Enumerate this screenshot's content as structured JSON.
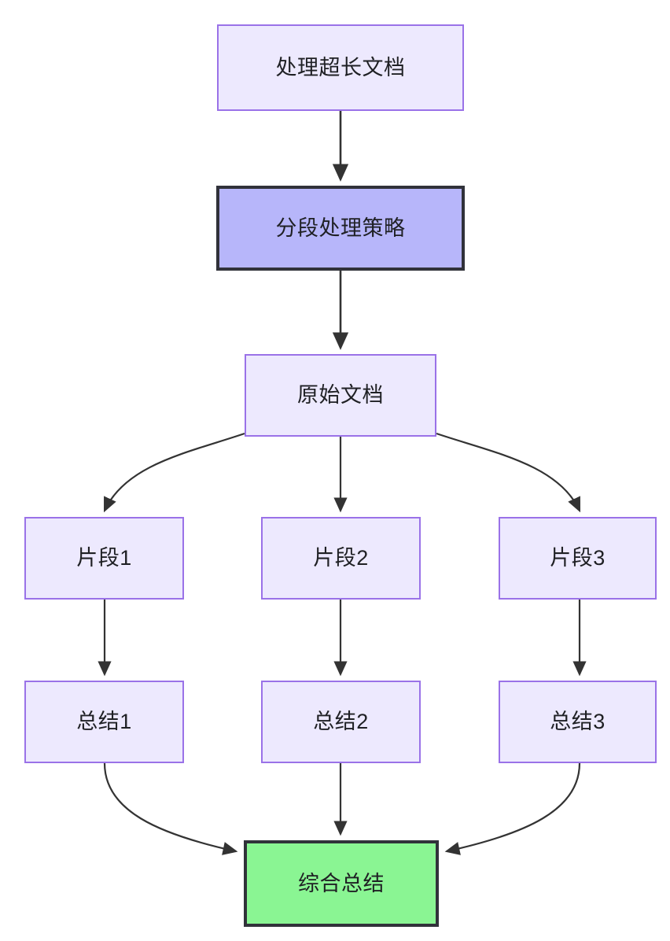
{
  "diagram": {
    "type": "flowchart",
    "direction": "top-down",
    "title": "",
    "background_color": "#ffffff",
    "styles": {
      "default_fill": "#ede9fe",
      "default_stroke": "#9a72e8",
      "highlight_fill": "#b7b6fa",
      "highlight_stroke": "#31323a",
      "terminal_fill": "#8af593",
      "terminal_stroke": "#31323a",
      "edge_color": "#333333",
      "text_color": "#1f2024"
    },
    "nodes": [
      {
        "id": "doc-input",
        "label": "处理超长文档",
        "style": "default"
      },
      {
        "id": "strategy",
        "label": "分段处理策略",
        "style": "highlight"
      },
      {
        "id": "original-doc",
        "label": "原始文档",
        "style": "default"
      },
      {
        "id": "chunk-1",
        "label": "片段1",
        "style": "default"
      },
      {
        "id": "chunk-2",
        "label": "片段2",
        "style": "default"
      },
      {
        "id": "chunk-3",
        "label": "片段3",
        "style": "default"
      },
      {
        "id": "summary-1",
        "label": "总结1",
        "style": "default"
      },
      {
        "id": "summary-2",
        "label": "总结2",
        "style": "default"
      },
      {
        "id": "summary-3",
        "label": "总结3",
        "style": "default"
      },
      {
        "id": "final-summary",
        "label": "综合总结",
        "style": "terminal"
      }
    ],
    "edges": [
      {
        "from": "doc-input",
        "to": "strategy",
        "label": "",
        "shape": "straight"
      },
      {
        "from": "strategy",
        "to": "original-doc",
        "label": "",
        "shape": "straight"
      },
      {
        "from": "original-doc",
        "to": "chunk-1",
        "label": "",
        "shape": "curved"
      },
      {
        "from": "original-doc",
        "to": "chunk-2",
        "label": "",
        "shape": "straight"
      },
      {
        "from": "original-doc",
        "to": "chunk-3",
        "label": "",
        "shape": "curved"
      },
      {
        "from": "chunk-1",
        "to": "summary-1",
        "label": "",
        "shape": "straight"
      },
      {
        "from": "chunk-2",
        "to": "summary-2",
        "label": "",
        "shape": "straight"
      },
      {
        "from": "chunk-3",
        "to": "summary-3",
        "label": "",
        "shape": "straight"
      },
      {
        "from": "summary-1",
        "to": "final-summary",
        "label": "",
        "shape": "curved"
      },
      {
        "from": "summary-2",
        "to": "final-summary",
        "label": "",
        "shape": "straight"
      },
      {
        "from": "summary-3",
        "to": "final-summary",
        "label": "",
        "shape": "curved"
      }
    ]
  }
}
